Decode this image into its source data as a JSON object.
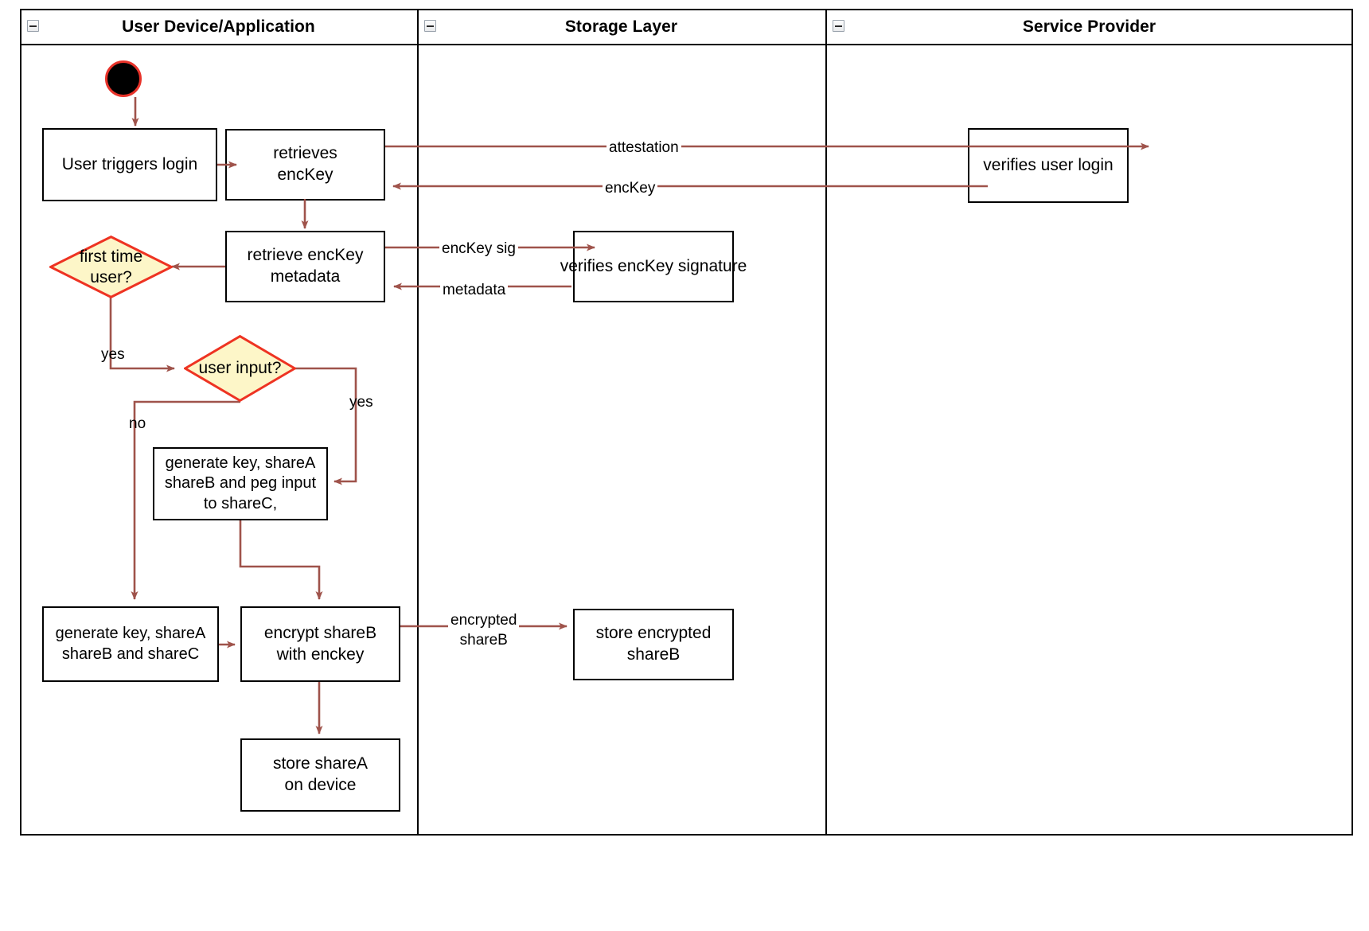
{
  "diagram": {
    "kind": "uml-activity-swimlane",
    "colors": {
      "arrow": "#9f534b",
      "decision_fill": "#fdf6c8",
      "decision_stroke": "#ee3322",
      "node_stroke": "#000000",
      "start_fill": "#000000",
      "start_stroke": "#e8332a",
      "frame": "#000000"
    }
  },
  "lanes": [
    {
      "id": "user-device",
      "title": "User Device/Application",
      "collapse_icon": "collapse-minus-icon"
    },
    {
      "id": "storage-layer",
      "title": "Storage Layer",
      "collapse_icon": "collapse-minus-icon"
    },
    {
      "id": "service-provider",
      "title": "Service Provider",
      "collapse_icon": "collapse-minus-icon"
    }
  ],
  "nodes": {
    "start": {
      "type": "initial-node",
      "label": ""
    },
    "user_triggers_login": {
      "type": "action",
      "label": "User triggers login"
    },
    "retrieves_enckey": {
      "type": "action",
      "line1": "retrieves",
      "line2": "encKey"
    },
    "retrieve_enckey_metadata": {
      "type": "action",
      "line1": "retrieve encKey",
      "line2": "metadata"
    },
    "first_time_user": {
      "type": "decision",
      "line1": "first time",
      "line2": "user?"
    },
    "user_input": {
      "type": "decision",
      "label": "user input?"
    },
    "generate_key_peg": {
      "type": "action",
      "line1": "generate key, shareA",
      "line2": "shareB and peg input",
      "line3": "to shareC,"
    },
    "generate_key_shares": {
      "type": "action",
      "line1": "generate key, shareA",
      "line2": "shareB and shareC"
    },
    "encrypt_shareb": {
      "type": "action",
      "line1": "encrypt shareB",
      "line2": "with enckey"
    },
    "store_sharea": {
      "type": "action",
      "line1": "store shareA",
      "line2": "on device"
    },
    "verifies_enckey_signature": {
      "type": "action",
      "label": "verifies encKey signature"
    },
    "store_encrypted_shareb": {
      "type": "action",
      "line1": "store encrypted",
      "line2": "shareB"
    },
    "verifies_user_login": {
      "type": "action",
      "label": "verifies user login"
    }
  },
  "edge_labels": {
    "attestation": "attestation",
    "enckey": "encKey",
    "enckey_sig": "encKey sig",
    "metadata": "metadata",
    "first_time_yes": "yes",
    "user_input_yes": "yes",
    "user_input_no": "no",
    "encrypted_shareb_l1": "encrypted",
    "encrypted_shareb_l2": "shareB"
  }
}
